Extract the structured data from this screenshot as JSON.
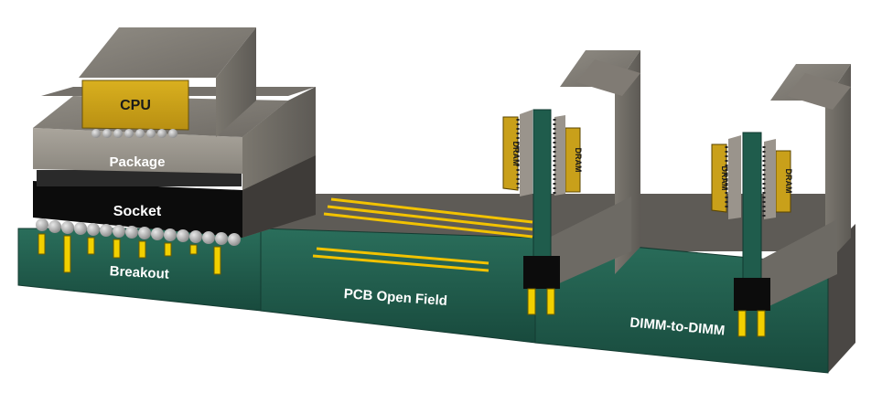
{
  "labels": {
    "cpu": "CPU",
    "package": "Package",
    "socket": "Socket",
    "breakout": "Breakout",
    "pcb_open_field": "PCB Open Field",
    "dimm_to_dimm": "DIMM-to-DIMM",
    "dram": "DRAM"
  },
  "colors": {
    "pcb_green": "#1f5c4c",
    "cpu_gold": "#c9a01a",
    "package_gray": "#9a948c",
    "socket_black": "#0c0c0c",
    "trace_yellow": "#f2c200",
    "gray_block": "#8e8a82"
  }
}
